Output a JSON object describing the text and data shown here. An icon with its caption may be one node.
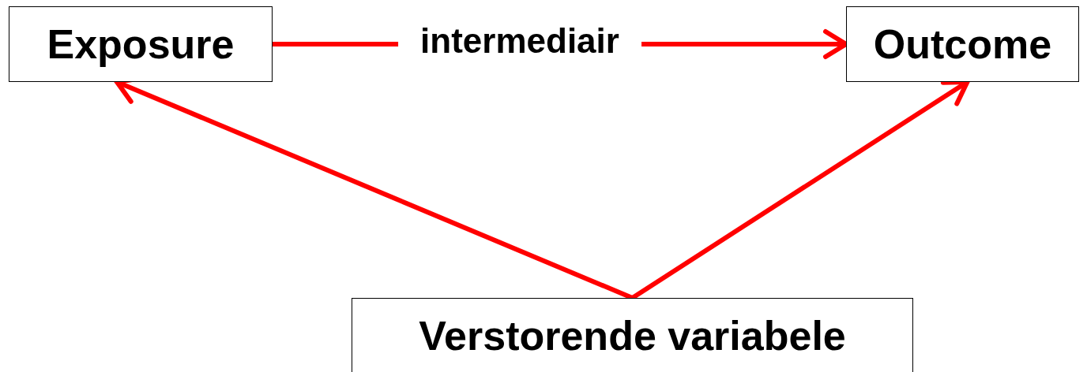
{
  "diagram": {
    "nodes": [
      {
        "text": [
          "Exposure"
        ]
      },
      {
        "text": [
          "Outcome"
        ]
      },
      {
        "text": [
          "Verstorende variabele"
        ]
      }
    ],
    "edges": [
      {
        "from": 0,
        "to": 1,
        "arrow": "to",
        "label": "intermediair",
        "color": "#ff0000"
      },
      {
        "from": 2,
        "to": 0,
        "arrow": "to",
        "color": "#ff0000"
      },
      {
        "from": 2,
        "to": 1,
        "arrow": "to",
        "color": "#ff0000"
      }
    ]
  }
}
